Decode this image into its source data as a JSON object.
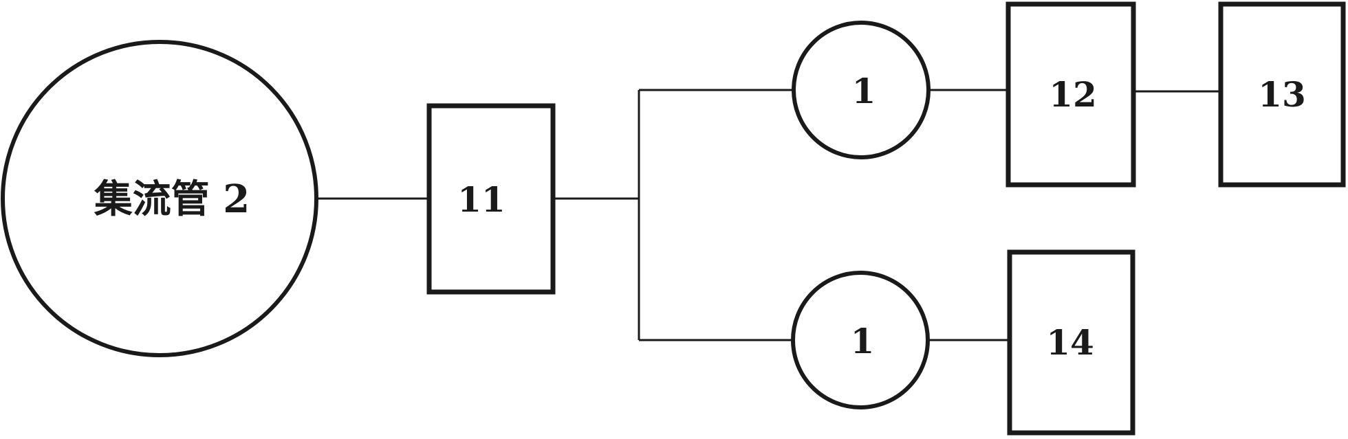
{
  "diagram": {
    "nodes": {
      "header": {
        "label": "集流管 2"
      },
      "box11": {
        "label": "11"
      },
      "valve_top": {
        "label": "1"
      },
      "valve_bottom": {
        "label": "1"
      },
      "box12": {
        "label": "12"
      },
      "box13": {
        "label": "13"
      },
      "box14": {
        "label": "14"
      }
    },
    "colors": {
      "stroke": "#1a1a1a",
      "background": "#ffffff"
    }
  }
}
